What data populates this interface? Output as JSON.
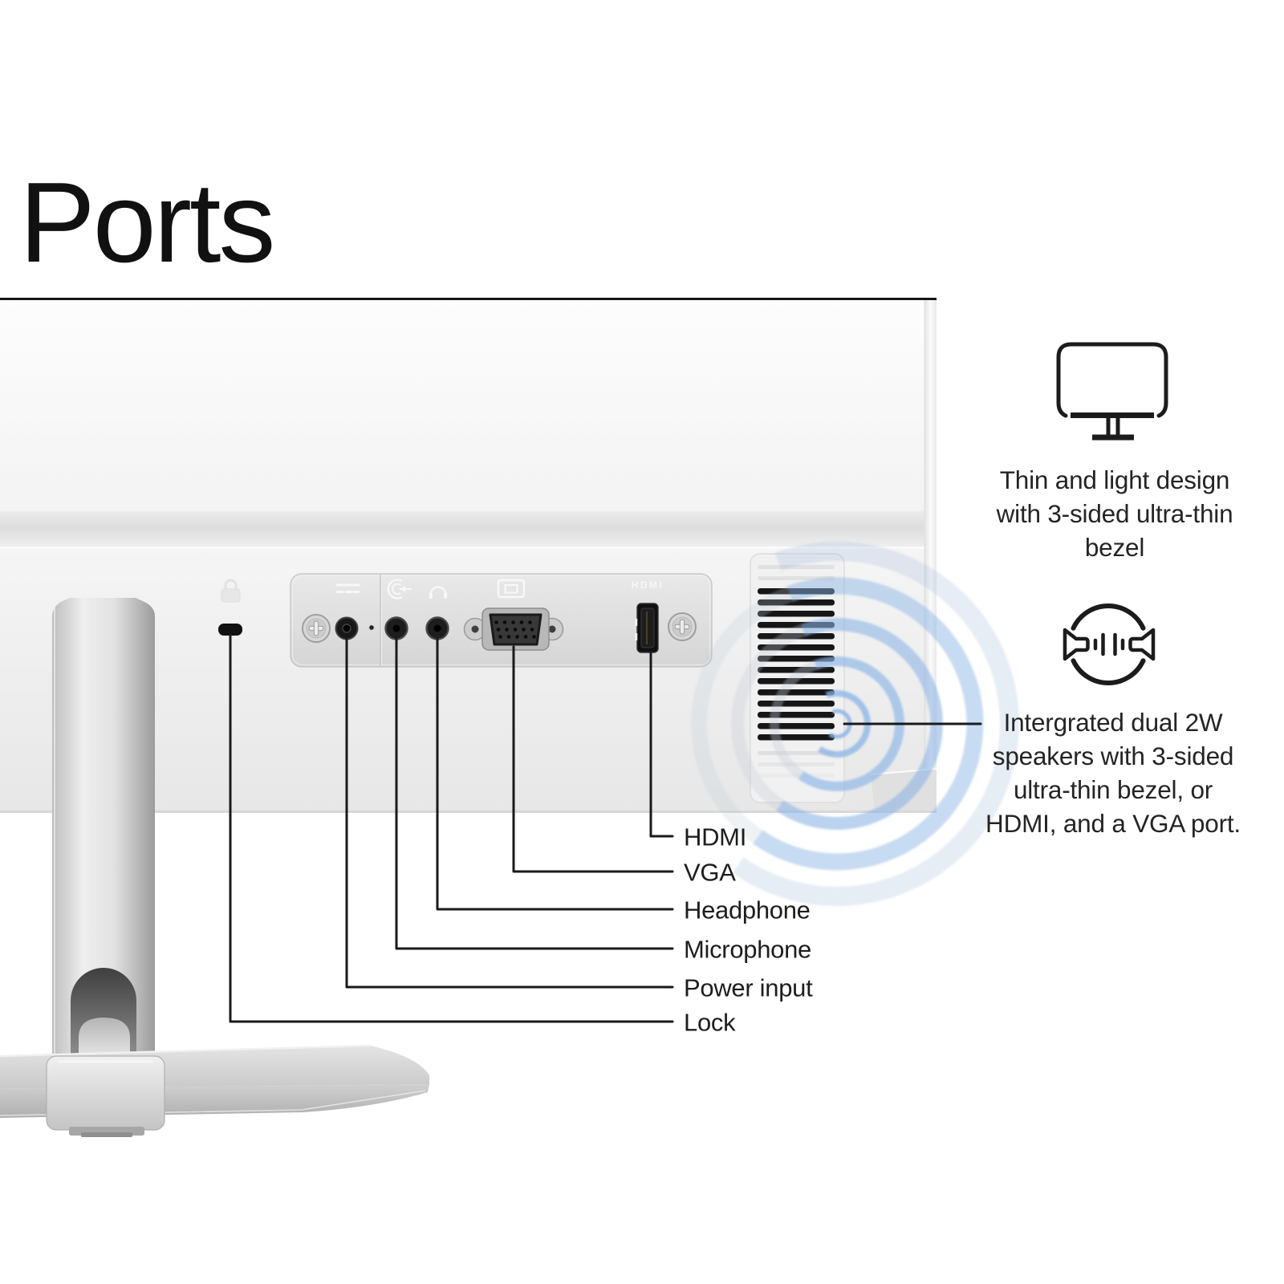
{
  "title": "Ports",
  "panel": {
    "hdmi_print": "HDMI"
  },
  "callouts": {
    "labels": [
      {
        "id": "hdmi",
        "text": "HDMI"
      },
      {
        "id": "vga",
        "text": "VGA"
      },
      {
        "id": "headphone",
        "text": "Headphone"
      },
      {
        "id": "microphone",
        "text": "Microphone"
      },
      {
        "id": "power",
        "text": "Power input"
      },
      {
        "id": "lock",
        "text": "Lock"
      }
    ]
  },
  "features": [
    {
      "icon": "monitor-outline-icon",
      "lines": [
        "Thin and light design",
        "with 3-sided ultra-thin",
        "bezel"
      ]
    },
    {
      "icon": "dual-speaker-icon",
      "lines": [
        "Intergrated dual 2W",
        "speakers with 3-sided",
        "ultra-thin bezel, or",
        "HDMI, and a VGA port."
      ]
    }
  ],
  "icons": [
    "lock-icon",
    "dc-power-icon",
    "audio-in-icon",
    "headphone-icon",
    "vga-display-icon",
    "hdmi-port",
    "kensington-lock-slot",
    "monitor-outline-icon",
    "dual-speaker-icon",
    "sound-waves"
  ],
  "colors": {
    "accent_blue": "#8AB3E6",
    "callout_line": "#1A1A1A",
    "text": "#1F1F1F",
    "panel_print": "#F7F7F7"
  }
}
